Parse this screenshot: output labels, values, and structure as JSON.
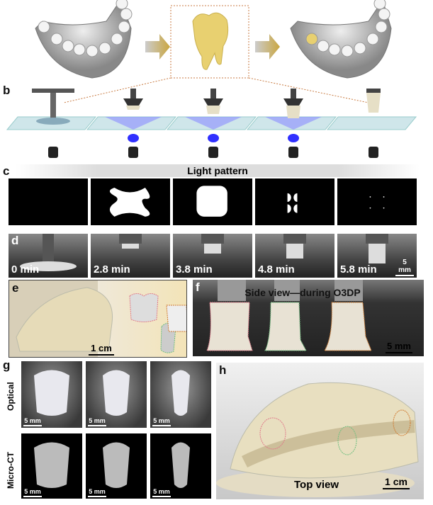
{
  "panels": {
    "b": "b",
    "c": "c",
    "d": "d",
    "e": "e",
    "f": "f",
    "g": "g",
    "h": "h"
  },
  "c": {
    "header": "Light pattern"
  },
  "d": {
    "times": [
      "0 min",
      "2.8 min",
      "3.8 min",
      "4.8 min",
      "5.8 min"
    ],
    "scale": "5 mm"
  },
  "e": {
    "scale": "1 cm"
  },
  "f": {
    "title": "Side view—during O3DP",
    "scale": "5 mm"
  },
  "g": {
    "row_optical": "Optical",
    "row_ct": "Micro-CT",
    "scale": "5 mm"
  },
  "h": {
    "caption": "Top view",
    "scale": "1 cm"
  },
  "colors": {
    "tooth": "#e8d070",
    "arrow": "#c9a640",
    "dash": "#c87a40",
    "pink": "#e07a8a",
    "green": "#6fbf7f",
    "orange": "#d07a30"
  }
}
